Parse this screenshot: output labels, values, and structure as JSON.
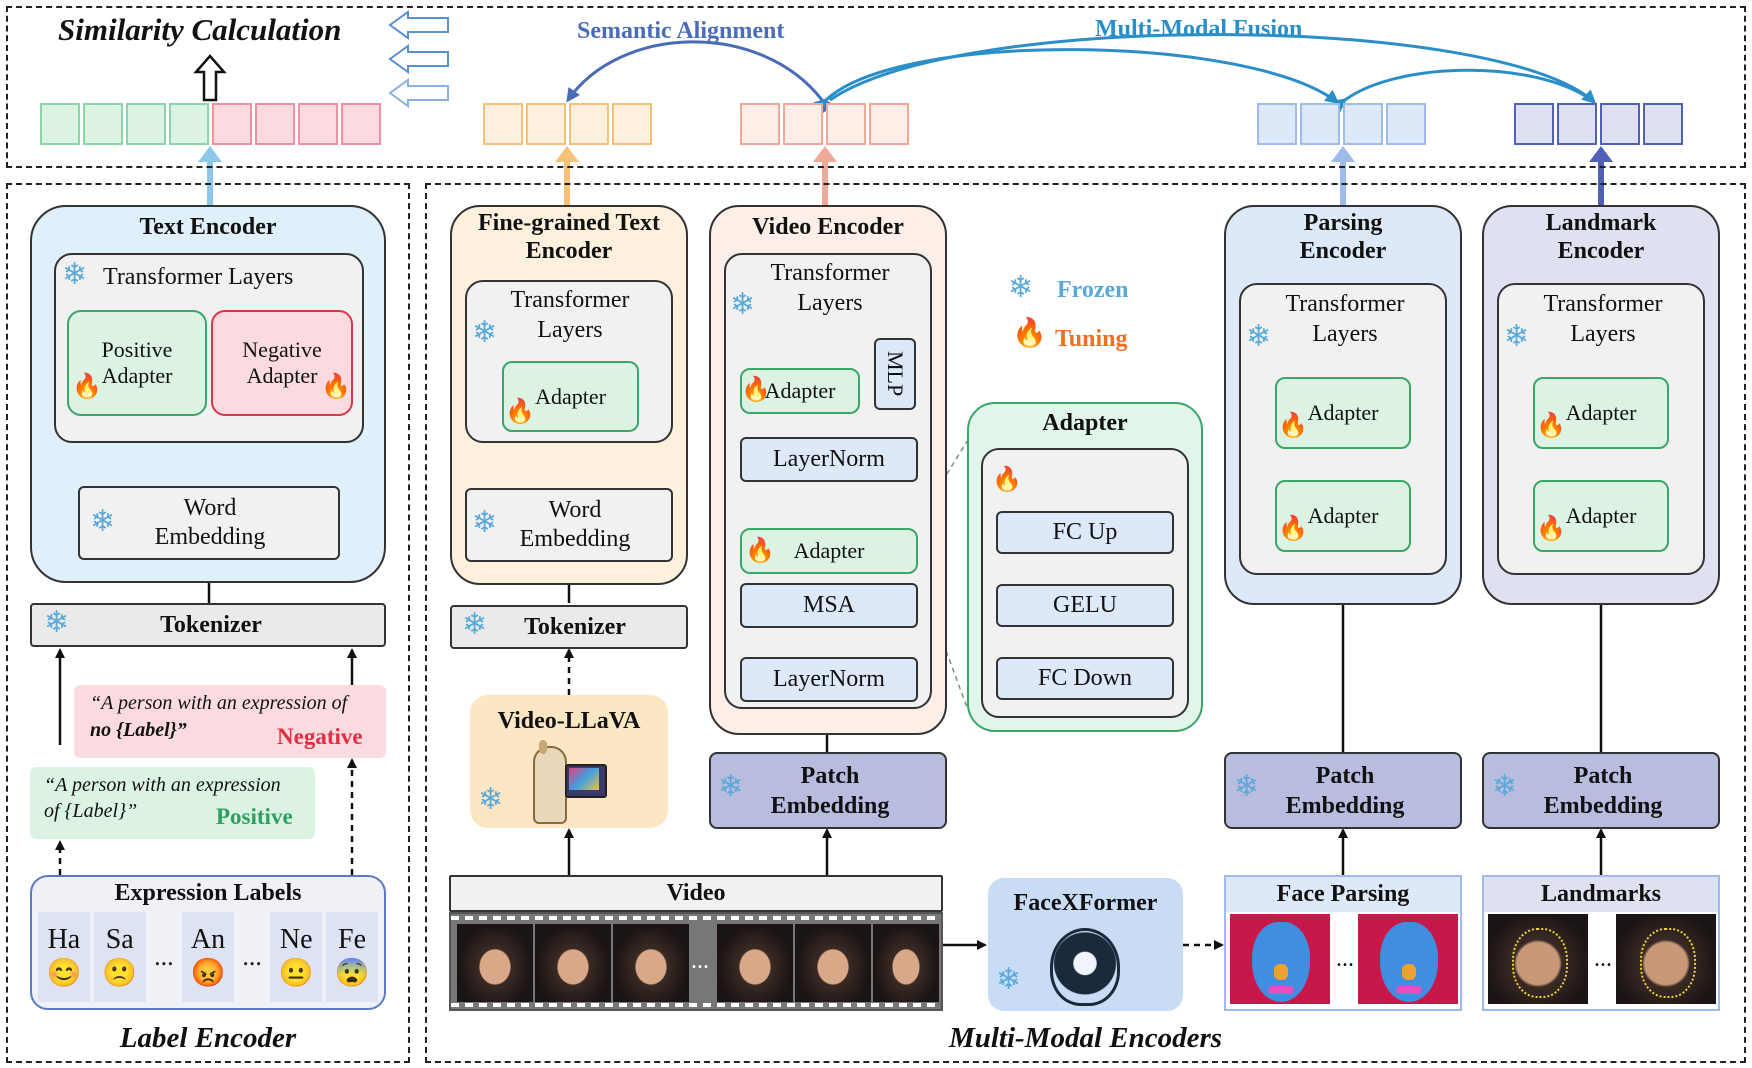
{
  "top": {
    "similarity_title": "Similarity Calculation",
    "semantic_alignment": "Semantic Alignment",
    "multi_modal_fusion": "Multi-Modal Fusion"
  },
  "legend": {
    "frozen": "Frozen",
    "tuning": "Tuning"
  },
  "label_encoder": {
    "section_title": "Label Encoder",
    "text_encoder_title": "Text Encoder",
    "transformer_layers": "Transformer Layers",
    "positive_adapter": "Positive Adapter",
    "negative_adapter": "Negative Adapter",
    "word_embedding": "Word Embedding",
    "tokenizer": "Tokenizer",
    "negative_prompt_line1": "“A person with an expression of",
    "negative_prompt_line2": "no {Label}”",
    "negative_tag": "Negative",
    "positive_prompt_line1": "“A person with an expression",
    "positive_prompt_line2": "of {Label}”",
    "positive_tag": "Positive",
    "expression_labels_title": "Expression Labels",
    "labels": [
      "Ha",
      "Sa",
      "...",
      "An",
      "...",
      "Ne",
      "Fe"
    ],
    "emojis": [
      "😊",
      "🙁",
      "",
      "😡",
      "",
      "😐",
      "😨"
    ]
  },
  "multi_modal": {
    "section_title": "Multi-Modal Encoders",
    "fine_grained_title": "Fine-grained Text Encoder",
    "transformer_layers": "Transformer Layers",
    "adapter": "Adapter",
    "word_embedding": "Word Embedding",
    "tokenizer": "Tokenizer",
    "video_llava": "Video-LLaVA",
    "video_encoder_title": "Video Encoder",
    "mlp": "MLP",
    "layernorm": "LayerNorm",
    "msa": "MSA",
    "patch_embedding": "Patch Embedding",
    "video": "Video",
    "adapter_detail_title": "Adapter",
    "fc_up": "FC Up",
    "gelu": "GELU",
    "fc_down": "FC Down",
    "facexformer": "FaceXFormer",
    "parsing_encoder_title": "Parsing Encoder",
    "landmark_encoder_title": "Landmark Encoder",
    "face_parsing": "Face Parsing",
    "landmarks": "Landmarks",
    "ellipsis": "..."
  },
  "colors": {
    "text_encoder_bg": "#dff0fa",
    "fine_grained_bg": "#fdf0dc",
    "video_encoder_bg": "#fdeee8",
    "parsing_bg": "#dde8f8",
    "landmark_bg": "#dfe1f0",
    "adapter_green": "#3aa66a",
    "negative_red": "#e03040",
    "positive_green": "#2da060",
    "frozen_blue": "#5aa9d8",
    "tuning_orange": "#f07020",
    "semantic_arrow": "#4a6cb8",
    "fusion_arrow": "#2a8ec8"
  }
}
